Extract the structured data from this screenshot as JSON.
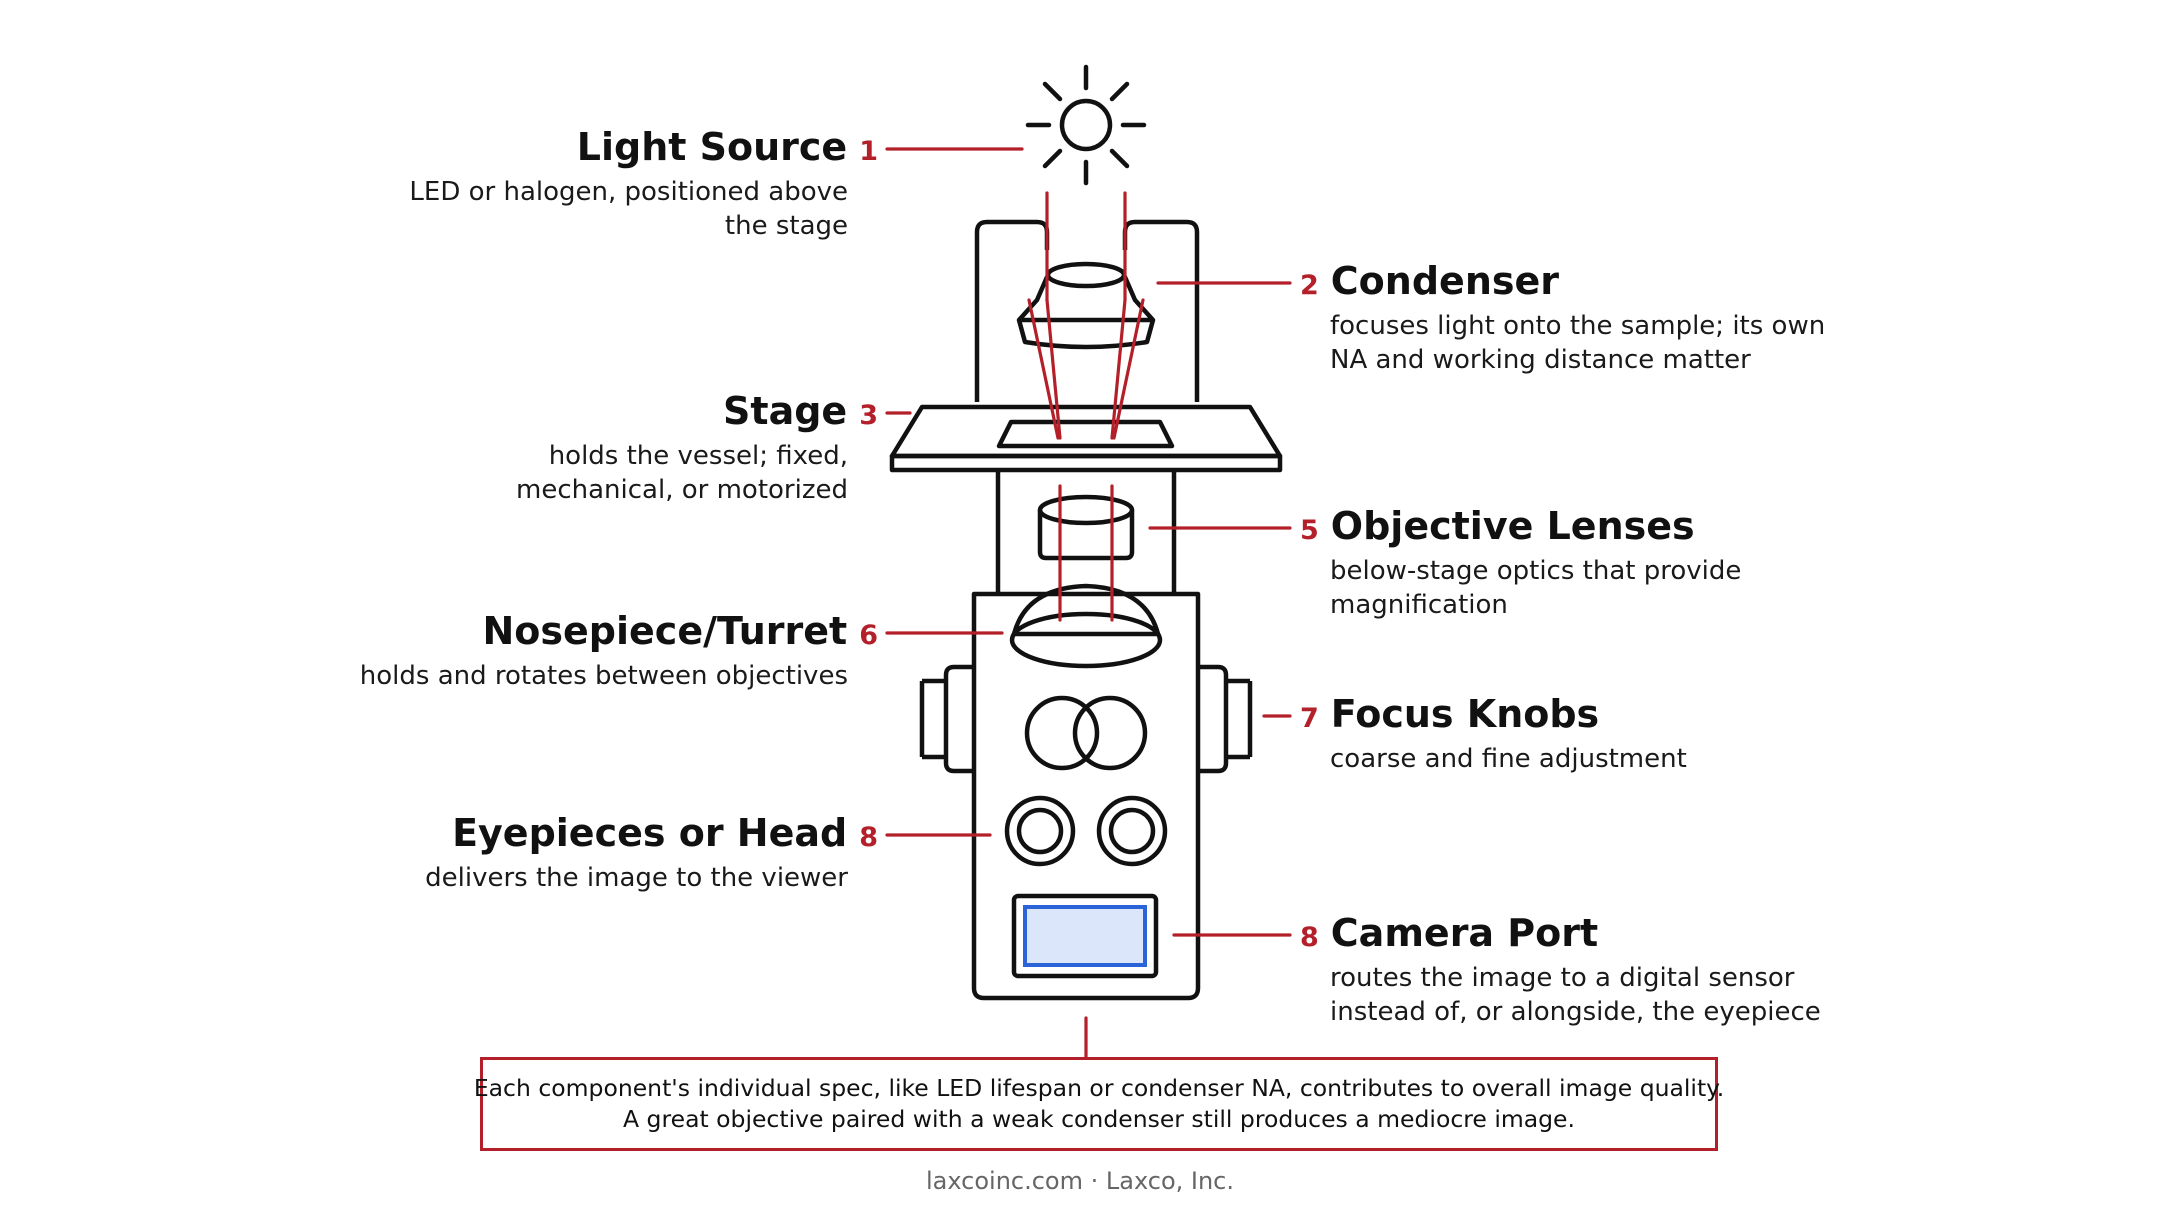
{
  "colors": {
    "accent": "#b3202a",
    "ink": "#111111",
    "screen_fill": "#dbe6fb",
    "screen_stroke": "#2b63d9",
    "footer": "#666666"
  },
  "labels": {
    "light_source": {
      "num": "1",
      "title": "Light Source",
      "desc": [
        "LED or halogen, positioned above",
        "the stage"
      ]
    },
    "condenser": {
      "num": "2",
      "title": "Condenser",
      "desc": [
        "focuses light onto the sample; its own",
        "NA and working distance matter"
      ]
    },
    "stage": {
      "num": "3",
      "title": "Stage",
      "desc": [
        "holds the vessel; fixed,",
        "mechanical, or motorized"
      ]
    },
    "objective": {
      "num": "5",
      "title": "Objective Lenses",
      "desc": [
        "below-stage optics that provide",
        "magnification"
      ]
    },
    "nosepiece": {
      "num": "6",
      "title": "Nosepiece/Turret",
      "desc": [
        "holds and rotates between objectives"
      ]
    },
    "focus": {
      "num": "7",
      "title": "Focus Knobs",
      "desc": [
        "coarse and fine adjustment"
      ]
    },
    "eyepieces": {
      "num": "8",
      "title": "Eyepieces or Head",
      "desc": [
        "delivers the image to the viewer"
      ]
    },
    "camera": {
      "num": "8",
      "title": "Camera Port",
      "desc": [
        "routes the image to a digital sensor",
        "instead of, or alongside, the eyepiece"
      ]
    }
  },
  "note": {
    "line1": "Each component's individual spec, like LED lifespan or condenser NA, contributes to overall image quality.",
    "line2": "A great objective paired with a weak condenser still produces a mediocre image."
  },
  "footer": "laxcoinc.com · Laxco, Inc."
}
